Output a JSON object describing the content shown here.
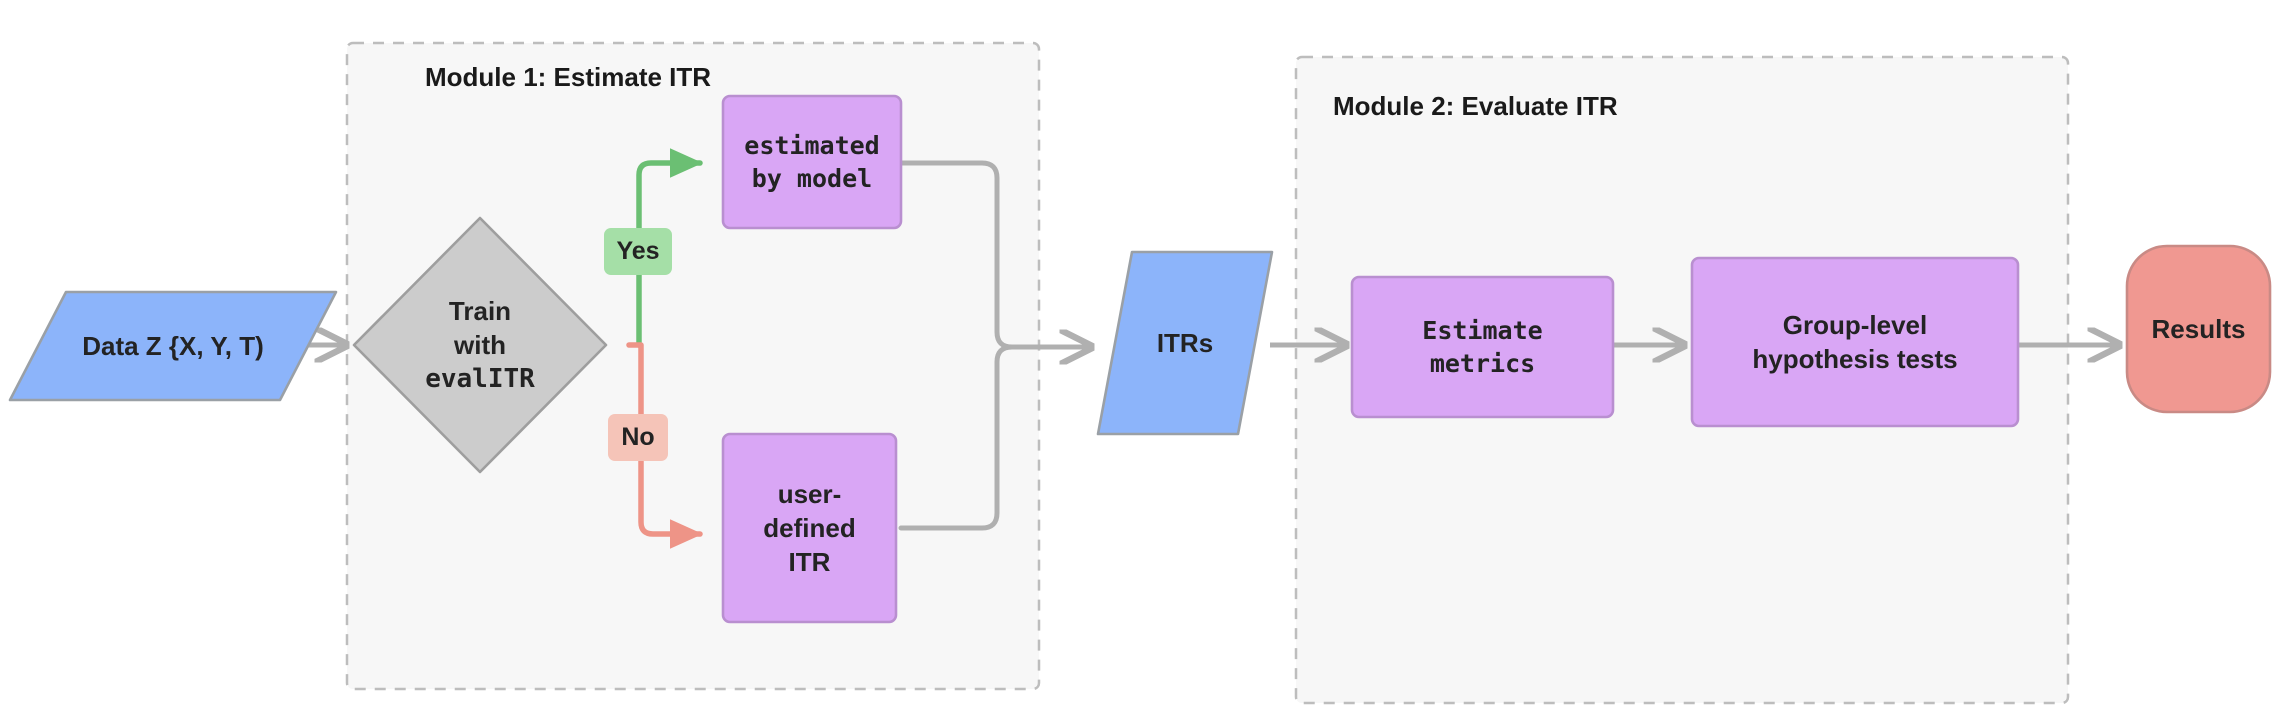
{
  "diagram": {
    "title_text": "",
    "type": "flowchart",
    "background": "#ffffff",
    "colors": {
      "data_blue_fill": "#8CB4FA",
      "data_blue_stroke": "#9aa0a6",
      "decision_gray_fill": "#CCCCCC",
      "decision_gray_stroke": "#9e9e9e",
      "process_purple_fill": "#D9A6F5",
      "process_purple_stroke": "#b98fd0",
      "result_salmon_fill": "#F09891",
      "result_salmon_stroke": "#c98a85",
      "yes_green_fill": "#A5DFA7",
      "no_pink_fill": "#F5C4B8",
      "edge_gray": "#b0b0b0",
      "edge_green": "#6BBF73",
      "edge_red": "#EE9487",
      "module_bg": "#F7F7F7",
      "module_border": "#BDBDBD",
      "text_dark": "#232323"
    },
    "modules": [
      {
        "id": "module1",
        "label": "Module 1: Estimate ITR"
      },
      {
        "id": "module2",
        "label": "Module 2: Evaluate ITR"
      }
    ],
    "nodes": [
      {
        "id": "data",
        "label": "Data Z {X, Y, T)",
        "shape": "parallelogram",
        "font": "sans",
        "font_size": 26
      },
      {
        "id": "decision",
        "label_lines": [
          "Train",
          "with",
          "evalITR"
        ],
        "shape": "diamond",
        "font": "mixed",
        "font_size": 26
      },
      {
        "id": "estimated",
        "label_lines": [
          "estimated",
          "by model"
        ],
        "shape": "rect",
        "font": "mono",
        "font_size": 26
      },
      {
        "id": "userdef",
        "label_lines": [
          "user-",
          "defined",
          "ITR"
        ],
        "shape": "rect",
        "font": "sans",
        "font_size": 26
      },
      {
        "id": "itrs",
        "label": "ITRs",
        "shape": "parallelogram",
        "font": "sans",
        "font_size": 26
      },
      {
        "id": "metrics",
        "label_lines": [
          "Estimate",
          "metrics"
        ],
        "shape": "rect",
        "font": "mono",
        "font_size": 26
      },
      {
        "id": "grouptests",
        "label_lines": [
          "Group-level",
          "hypothesis tests"
        ],
        "shape": "rect",
        "font": "sans",
        "font_size": 26
      },
      {
        "id": "results",
        "label": "Results",
        "shape": "rounded",
        "font": "sans",
        "font_size": 26
      }
    ],
    "edge_labels": [
      {
        "id": "yes",
        "label": "Yes",
        "color": "#A5DFA7"
      },
      {
        "id": "no",
        "label": "No",
        "color": "#F5C4B8"
      }
    ],
    "edges": [
      {
        "from": "data",
        "to": "decision",
        "color": "gray",
        "label": ""
      },
      {
        "from": "decision",
        "to": "estimated",
        "color": "green",
        "label": "Yes"
      },
      {
        "from": "decision",
        "to": "userdef",
        "color": "red",
        "label": "No"
      },
      {
        "from": "estimated",
        "to": "itrs",
        "color": "gray",
        "label": ""
      },
      {
        "from": "userdef",
        "to": "itrs",
        "color": "gray",
        "label": ""
      },
      {
        "from": "itrs",
        "to": "metrics",
        "color": "gray",
        "label": ""
      },
      {
        "from": "metrics",
        "to": "grouptests",
        "color": "gray",
        "label": ""
      },
      {
        "from": "grouptests",
        "to": "results",
        "color": "gray",
        "label": ""
      }
    ]
  }
}
